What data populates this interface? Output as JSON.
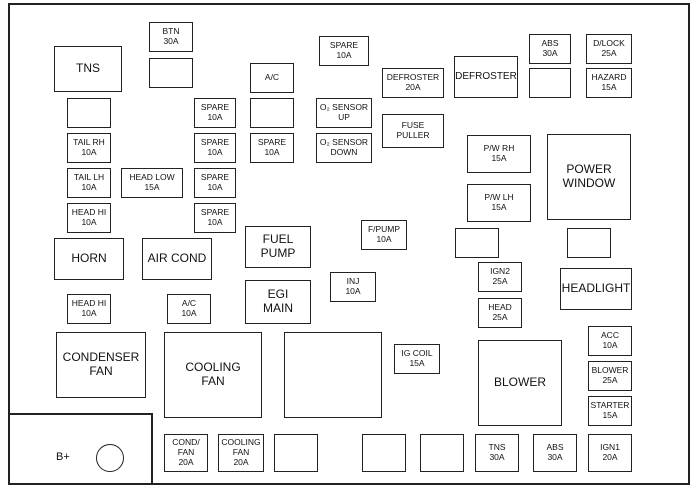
{
  "panel": {
    "fuses": [
      {
        "id": "btn",
        "l1": "BTN",
        "l2": "30A"
      },
      {
        "id": "tns-relay",
        "l1": "TNS",
        "l2": ""
      },
      {
        "id": "spare-top",
        "l1": "SPARE",
        "l2": "10A"
      },
      {
        "id": "defroster-fuse",
        "l1": "DEFROSTER",
        "l2": "20A"
      },
      {
        "id": "defroster-relay",
        "l1": "DEFROSTER",
        "l2": ""
      },
      {
        "id": "abs-top",
        "l1": "ABS",
        "l2": "30A"
      },
      {
        "id": "dlock",
        "l1": "D/LOCK",
        "l2": "25A"
      },
      {
        "id": "hazard",
        "l1": "HAZARD",
        "l2": "15A"
      },
      {
        "id": "ac-relay",
        "l1": "A/C",
        "l2": ""
      },
      {
        "id": "spare-1",
        "l1": "SPARE",
        "l2": "10A"
      },
      {
        "id": "o2-up",
        "l1": "O₂ SENSOR",
        "l2": "UP"
      },
      {
        "id": "fuse-puller",
        "l1": "FUSE",
        "l2": "PULLER"
      },
      {
        "id": "tail-rh",
        "l1": "TAIL RH",
        "l2": "10A"
      },
      {
        "id": "spare-2",
        "l1": "SPARE",
        "l2": "10A"
      },
      {
        "id": "spare-3",
        "l1": "SPARE",
        "l2": "10A"
      },
      {
        "id": "o2-down",
        "l1": "O₂ SENSOR",
        "l2": "DOWN"
      },
      {
        "id": "pw-rh",
        "l1": "P/W RH",
        "l2": "15A"
      },
      {
        "id": "power-window",
        "l1": "POWER",
        "l2": "WINDOW"
      },
      {
        "id": "tail-lh",
        "l1": "TAIL LH",
        "l2": "10A"
      },
      {
        "id": "head-low",
        "l1": "HEAD LOW",
        "l2": "15A"
      },
      {
        "id": "spare-4",
        "l1": "SPARE",
        "l2": "10A"
      },
      {
        "id": "pw-lh",
        "l1": "P/W LH",
        "l2": "15A"
      },
      {
        "id": "head-hi-1",
        "l1": "HEAD HI",
        "l2": "10A"
      },
      {
        "id": "spare-5",
        "l1": "SPARE",
        "l2": "10A"
      },
      {
        "id": "fuel-pump",
        "l1": "FUEL",
        "l2": "PUMP"
      },
      {
        "id": "f-pump",
        "l1": "F/PUMP",
        "l2": "10A"
      },
      {
        "id": "horn",
        "l1": "HORN",
        "l2": ""
      },
      {
        "id": "air-cond",
        "l1": "AIR COND",
        "l2": ""
      },
      {
        "id": "ign2",
        "l1": "IGN2",
        "l2": "25A"
      },
      {
        "id": "headlight",
        "l1": "HEADLIGHT",
        "l2": ""
      },
      {
        "id": "inj",
        "l1": "INJ",
        "l2": "10A"
      },
      {
        "id": "egi-main",
        "l1": "EGI",
        "l2": "MAIN"
      },
      {
        "id": "head-hi-2",
        "l1": "HEAD HI",
        "l2": "10A"
      },
      {
        "id": "ac-fuse",
        "l1": "A/C",
        "l2": "10A"
      },
      {
        "id": "head",
        "l1": "HEAD",
        "l2": "25A"
      },
      {
        "id": "acc",
        "l1": "ACC",
        "l2": "10A"
      },
      {
        "id": "condenser-fan",
        "l1": "CONDENSER",
        "l2": "FAN"
      },
      {
        "id": "cooling-fan",
        "l1": "COOLING",
        "l2": "FAN"
      },
      {
        "id": "ig-coil",
        "l1": "IG COIL",
        "l2": "15A"
      },
      {
        "id": "blower-relay",
        "l1": "BLOWER",
        "l2": ""
      },
      {
        "id": "blower",
        "l1": "BLOWER",
        "l2": "25A"
      },
      {
        "id": "starter",
        "l1": "STARTER",
        "l2": "15A"
      },
      {
        "id": "cond-fan",
        "l1": "COND/",
        "l2": "FAN",
        "l3": "20A"
      },
      {
        "id": "cooling-fan-fuse",
        "l1": "COOLING",
        "l2": "FAN",
        "l3": "20A"
      },
      {
        "id": "tns-fuse",
        "l1": "TNS",
        "l2": "30A"
      },
      {
        "id": "abs-bottom",
        "l1": "ABS",
        "l2": "30A"
      },
      {
        "id": "ign1",
        "l1": "IGN1",
        "l2": "20A"
      }
    ],
    "battery_label": "B+"
  }
}
